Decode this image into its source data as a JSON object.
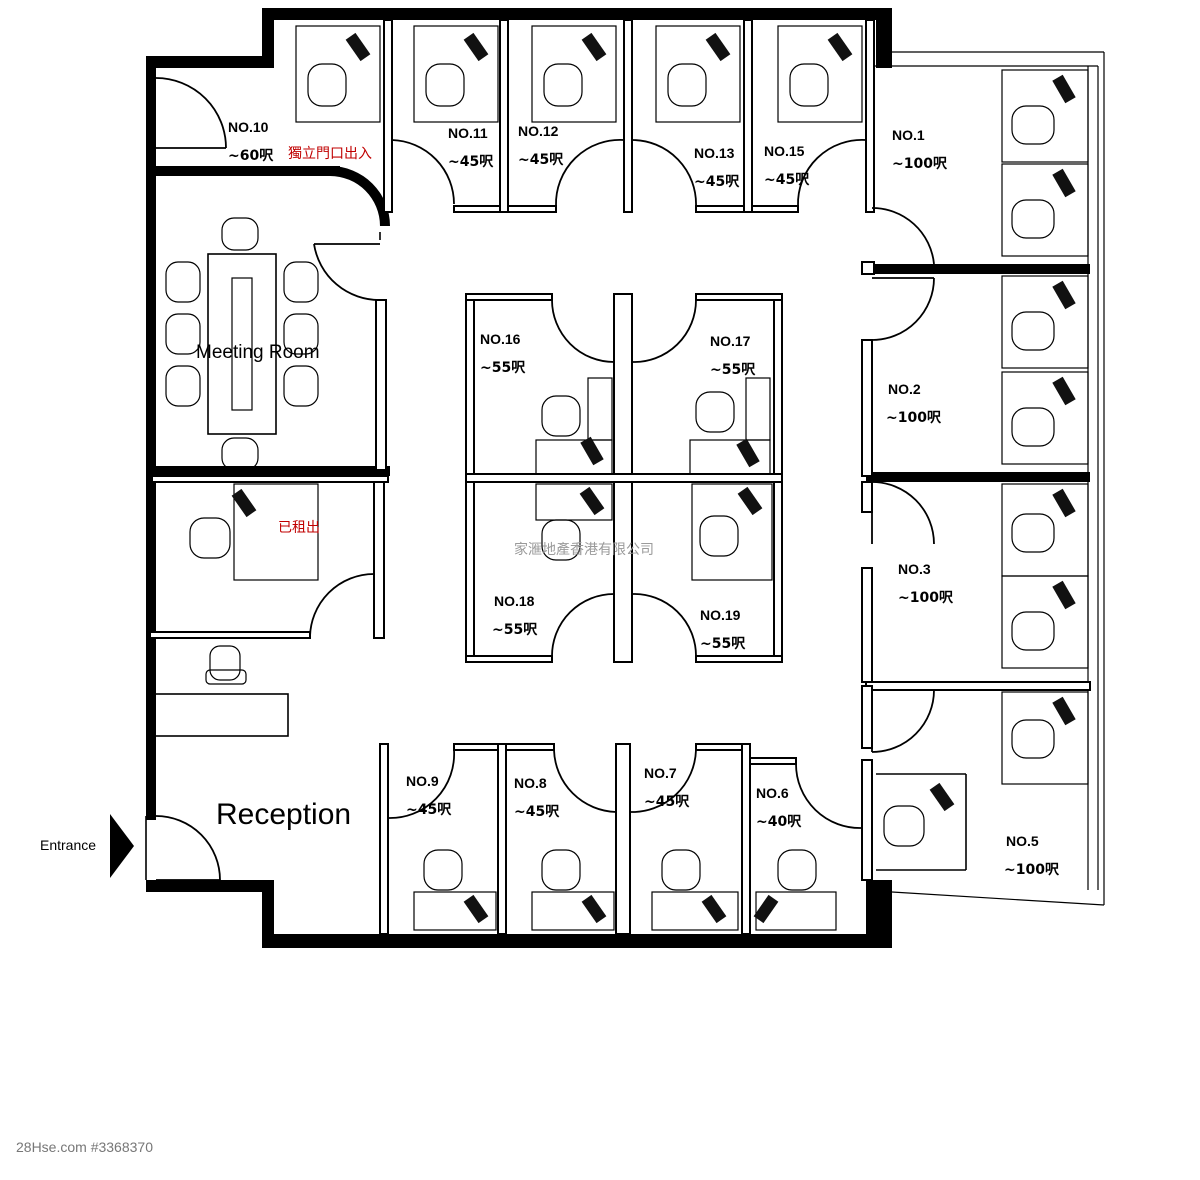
{
  "rooms": [
    {
      "id": "1",
      "label": "NO.1",
      "size": "~100呎"
    },
    {
      "id": "2",
      "label": "NO.2",
      "size": "~100呎"
    },
    {
      "id": "3",
      "label": "NO.3",
      "size": "~100呎"
    },
    {
      "id": "5",
      "label": "NO.5",
      "size": "~100呎"
    },
    {
      "id": "6",
      "label": "NO.6",
      "size": "~40呎"
    },
    {
      "id": "7",
      "label": "NO.7",
      "size": "~45呎"
    },
    {
      "id": "8",
      "label": "NO.8",
      "size": "~45呎"
    },
    {
      "id": "9",
      "label": "NO.9",
      "size": "~45呎"
    },
    {
      "id": "10",
      "label": "NO.10",
      "size": "~60呎"
    },
    {
      "id": "11",
      "label": "NO.11",
      "size": "~45呎"
    },
    {
      "id": "12",
      "label": "NO.12",
      "size": "~45呎"
    },
    {
      "id": "13",
      "label": "NO.13",
      "size": "~45呎"
    },
    {
      "id": "15",
      "label": "NO.15",
      "size": "~45呎"
    },
    {
      "id": "16",
      "label": "NO.16",
      "size": "~55呎"
    },
    {
      "id": "17",
      "label": "NO.17",
      "size": "~55呎"
    },
    {
      "id": "18",
      "label": "NO.18",
      "size": "~55呎"
    },
    {
      "id": "19",
      "label": "NO.19",
      "size": "~55呎"
    }
  ],
  "notes": {
    "separate_entrance": "獨立門口出入",
    "rented": "已租出"
  },
  "areas": {
    "meeting_room": "Meeting Room",
    "reception": "Reception",
    "entrance": "Entrance"
  },
  "watermark": "家滙地產香港有限公司",
  "footer": "28Hse.com #3368370"
}
